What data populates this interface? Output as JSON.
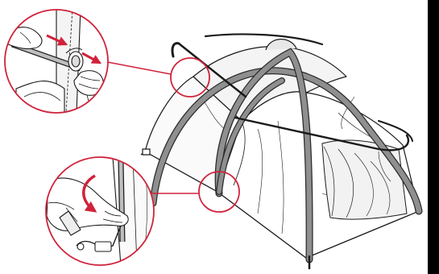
{
  "illustration": {
    "subject": "tent-assembly-instructions",
    "colors": {
      "line": "#1a1a1a",
      "callout": "#d0233b",
      "pole": "#8f8f8f",
      "pole_stroke": "#2a2a2a",
      "fabric": "#ffffff",
      "shade": "#e8e8e8",
      "border": "#000000"
    },
    "insets": [
      {
        "id": "inset-top",
        "depicts": "hand-inserting-pole-into-grommet",
        "arrows": 2
      },
      {
        "id": "inset-bottom",
        "depicts": "hand-pulling-strap-to-tension-corner",
        "arrows": 1
      }
    ],
    "callouts": [
      {
        "from": "inset-top",
        "to": "pole-sleeve-ring"
      },
      {
        "from": "inset-bottom",
        "to": "corner-ring"
      }
    ]
  }
}
